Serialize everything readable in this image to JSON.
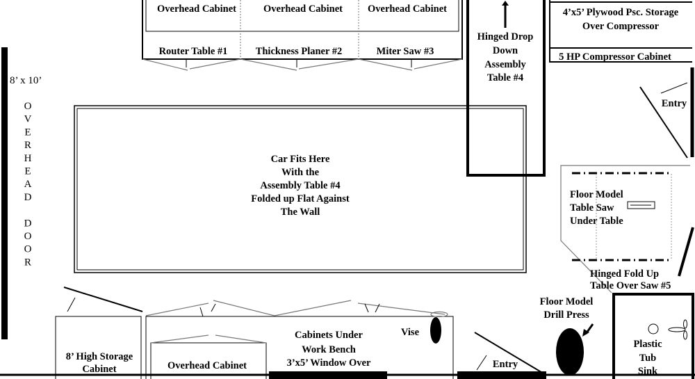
{
  "title": "Garage Workshop Floor Plan",
  "top_cabinets": {
    "overhead": [
      "Overhead Cabinet",
      "Overhead Cabinet",
      "Overhead Cabinet"
    ],
    "stations": [
      "Router Table #1",
      "Thickness Planer #2",
      "Miter Saw #3"
    ]
  },
  "assembly_table": [
    "Hinged Drop",
    "Down",
    "Assembly",
    "Table #4"
  ],
  "plywood_storage": [
    "4’x5’ Plywood Psc. Storage",
    "Over Compressor"
  ],
  "compressor": "5 HP Compressor Cabinet",
  "entry_right": "Entry",
  "entry_bottom": "Entry",
  "overhead_door": {
    "size": "8’ x 10’",
    "letters": [
      "O",
      "V",
      "E",
      "R",
      "H",
      "E",
      "A",
      "D",
      "",
      "D",
      "O",
      "O",
      "R"
    ]
  },
  "car_area": [
    "Car Fits Here",
    "With the",
    "Assembly Table #4",
    "Folded up Flat Against",
    "The Wall"
  ],
  "table_saw": [
    "Floor Model",
    "Table Saw",
    "Under Table"
  ],
  "fold_up_table": [
    "Hinged Fold Up",
    "Table Over Saw #5"
  ],
  "drill_press": [
    "Floor Model",
    "Drill Press"
  ],
  "sink": [
    "Plastic",
    "Tub",
    "Sink"
  ],
  "storage_cabinet": [
    "8’ High Storage",
    "Cabinet"
  ],
  "workbench": {
    "overhead": "Overhead Cabinet",
    "lines": [
      "Cabinets Under",
      "Work Bench",
      "3’x5’ Window Over"
    ],
    "vise": "Vise"
  }
}
